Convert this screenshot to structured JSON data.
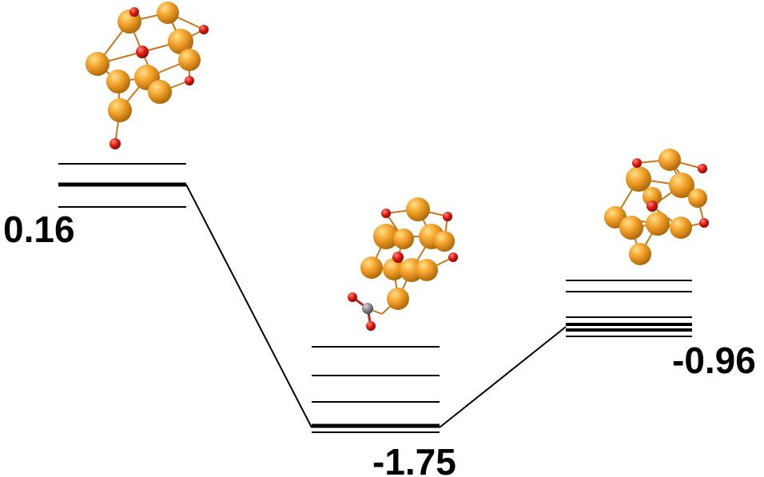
{
  "diagram": {
    "states": [
      {
        "label": "0.16"
      },
      {
        "label": "-1.75"
      },
      {
        "label": "-0.96"
      }
    ]
  },
  "colors": {
    "gold_atom": "#f3a12a",
    "gold_atom_dark": "#a86306",
    "oxygen_atom": "#e01b12",
    "carbon_atom": "#8a8d93",
    "bond": "#c8781c",
    "level_line": "#000000"
  }
}
